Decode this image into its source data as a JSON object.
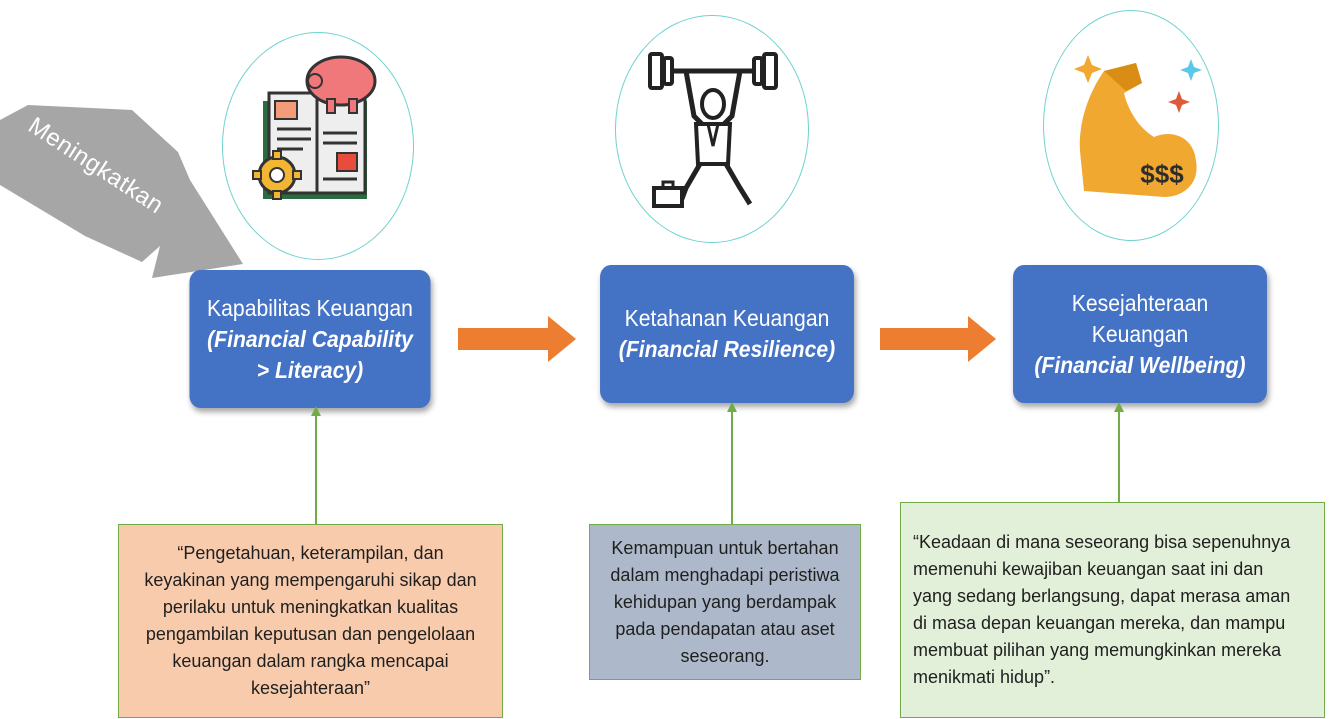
{
  "increase_label": "Meningkatkan",
  "stages": [
    {
      "title": "Kapabilitas Keuangan",
      "subtitle_lines": [
        "(Financial Capability",
        "> Literacy)"
      ]
    },
    {
      "title": "Ketahanan Keuangan",
      "subtitle_lines": [
        "(Financial Resilience)"
      ]
    },
    {
      "title_lines": [
        "Kesejahteraan",
        "Keuangan"
      ],
      "subtitle_lines": [
        "(Financial Wellbeing)"
      ]
    }
  ],
  "notes": [
    {
      "lines": [
        "“Pengetahuan, keterampilan, dan",
        "keyakinan yang mempengaruhi sikap dan",
        "perilaku untuk meningkatkan kualitas",
        "pengambilan keputusan dan pengelolaan",
        "keuangan dalam rangka mencapai",
        "kesejahteraan”"
      ],
      "fill": "#f8cbad",
      "border": "#70ad47"
    },
    {
      "lines": [
        "Kemampuan untuk bertahan",
        "dalam menghadapi peristiwa",
        "kehidupan yang berdampak",
        "pada pendapatan atau aset",
        "seseorang."
      ],
      "fill": "#adb9ca",
      "border": "#70ad47"
    },
    {
      "lines": [
        "“Keadaan di mana seseorang bisa sepenuhnya",
        "memenuhi kewajiban keuangan saat ini dan",
        "yang sedang berlangsung, dapat merasa aman",
        "di masa depan keuangan mereka, dan mampu",
        "membuat pilihan yang memungkinkan mereka",
        "menikmati hidup”."
      ],
      "fill": "#e2efd9",
      "border": "#70ad47"
    }
  ],
  "icons": [
    "finance-book-piggy-gear-icon",
    "weightlifter-icon",
    "flexed-arm-money-icon"
  ],
  "icon_money_text": "$$$",
  "colors": {
    "stage": "#4472c4",
    "arrow": "#ed7d31",
    "connector": "#70ad47",
    "circle": "#6fd3cf",
    "gray_arrow": "#a6a6a6"
  }
}
